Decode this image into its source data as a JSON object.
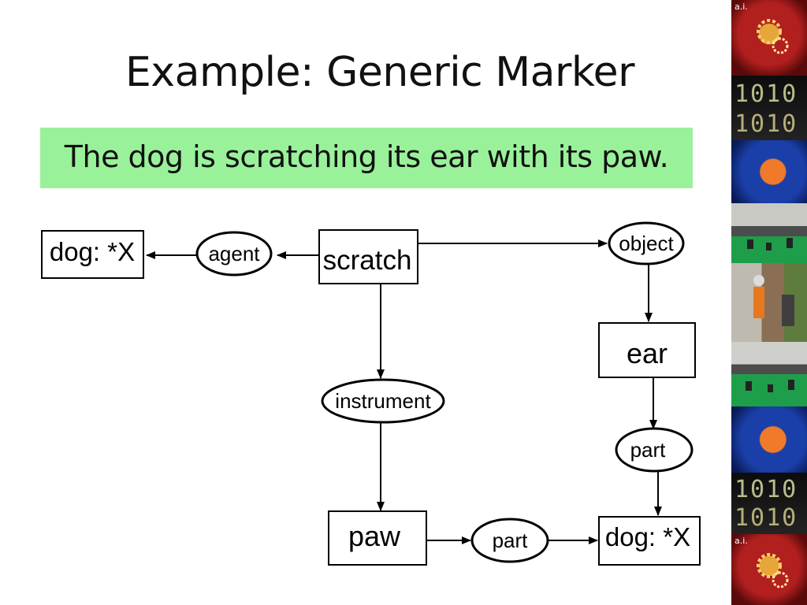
{
  "slide": {
    "title": "Example: Generic Marker",
    "sentence": "The dog is scratching its ear with its paw."
  },
  "graph": {
    "concepts": {
      "scratch": "scratch",
      "dog_agent": "dog: *X",
      "ear": "ear",
      "paw": "paw",
      "dog_part": "dog: *X"
    },
    "relations": {
      "agent": "agent",
      "object": "object",
      "instrument": "instrument",
      "part_ear": "part",
      "part_paw": "part"
    }
  },
  "colors": {
    "highlight": "#99f29a",
    "line": "#000000"
  },
  "sidebar": {
    "tiles": [
      "ai-brain-gears",
      "binary-digits",
      "brain-circuit",
      "robot-soccer",
      "humanoid-robot",
      "robot-soccer",
      "brain-circuit",
      "binary-digits",
      "ai-brain-gears"
    ],
    "brand": "a.i.",
    "binary_top": "1010",
    "binary_bottom": "1010"
  }
}
